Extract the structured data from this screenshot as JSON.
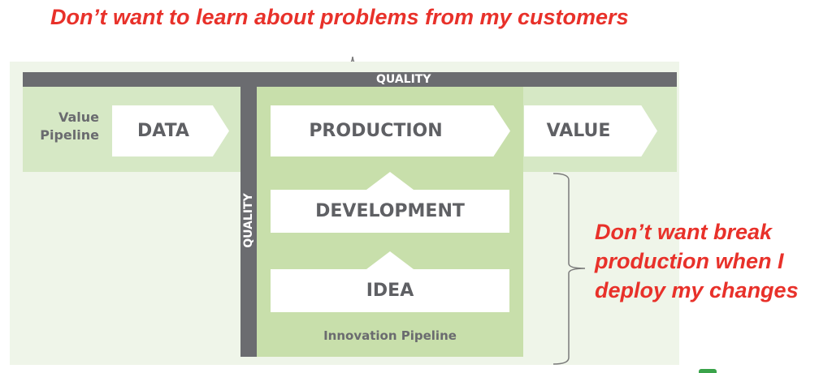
{
  "annotations": {
    "top": "Don’t want to learn about problems from my customers",
    "side_lines": [
      "Don’t want break",
      "production when I",
      "deploy my changes"
    ]
  },
  "quality": {
    "horizontal_label": "QUALITY",
    "vertical_label": "QUALITY"
  },
  "value_pipeline": {
    "label_lines": [
      "Value",
      "Pipeline"
    ],
    "stages": [
      "DATA",
      "PRODUCTION",
      "VALUE"
    ]
  },
  "innovation_pipeline": {
    "label": "Innovation Pipeline",
    "stages": [
      "DEVELOPMENT",
      "IDEA"
    ]
  },
  "colors": {
    "annotation_red": "#e8312a",
    "quality_bar": "#6b6c70",
    "value_band": "#d6e8c5",
    "innovation_band": "#c8dfab",
    "outer_background": "#eff5e9",
    "box_text": "#5f6064"
  }
}
